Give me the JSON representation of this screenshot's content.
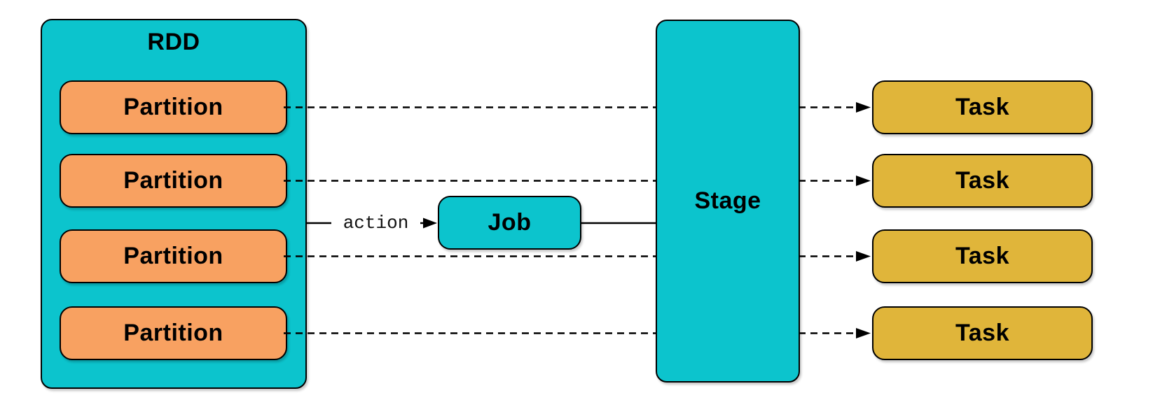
{
  "rdd": {
    "label": "RDD",
    "partitions": [
      "Partition",
      "Partition",
      "Partition",
      "Partition"
    ]
  },
  "action_label": "action",
  "job": {
    "label": "Job"
  },
  "stage": {
    "label": "Stage"
  },
  "tasks": [
    "Task",
    "Task",
    "Task",
    "Task"
  ],
  "colors": {
    "teal": "#0CC4CD",
    "orange": "#F8A161",
    "gold": "#E0B53A",
    "line": "#000000",
    "canvas": "#FFFFFF"
  }
}
